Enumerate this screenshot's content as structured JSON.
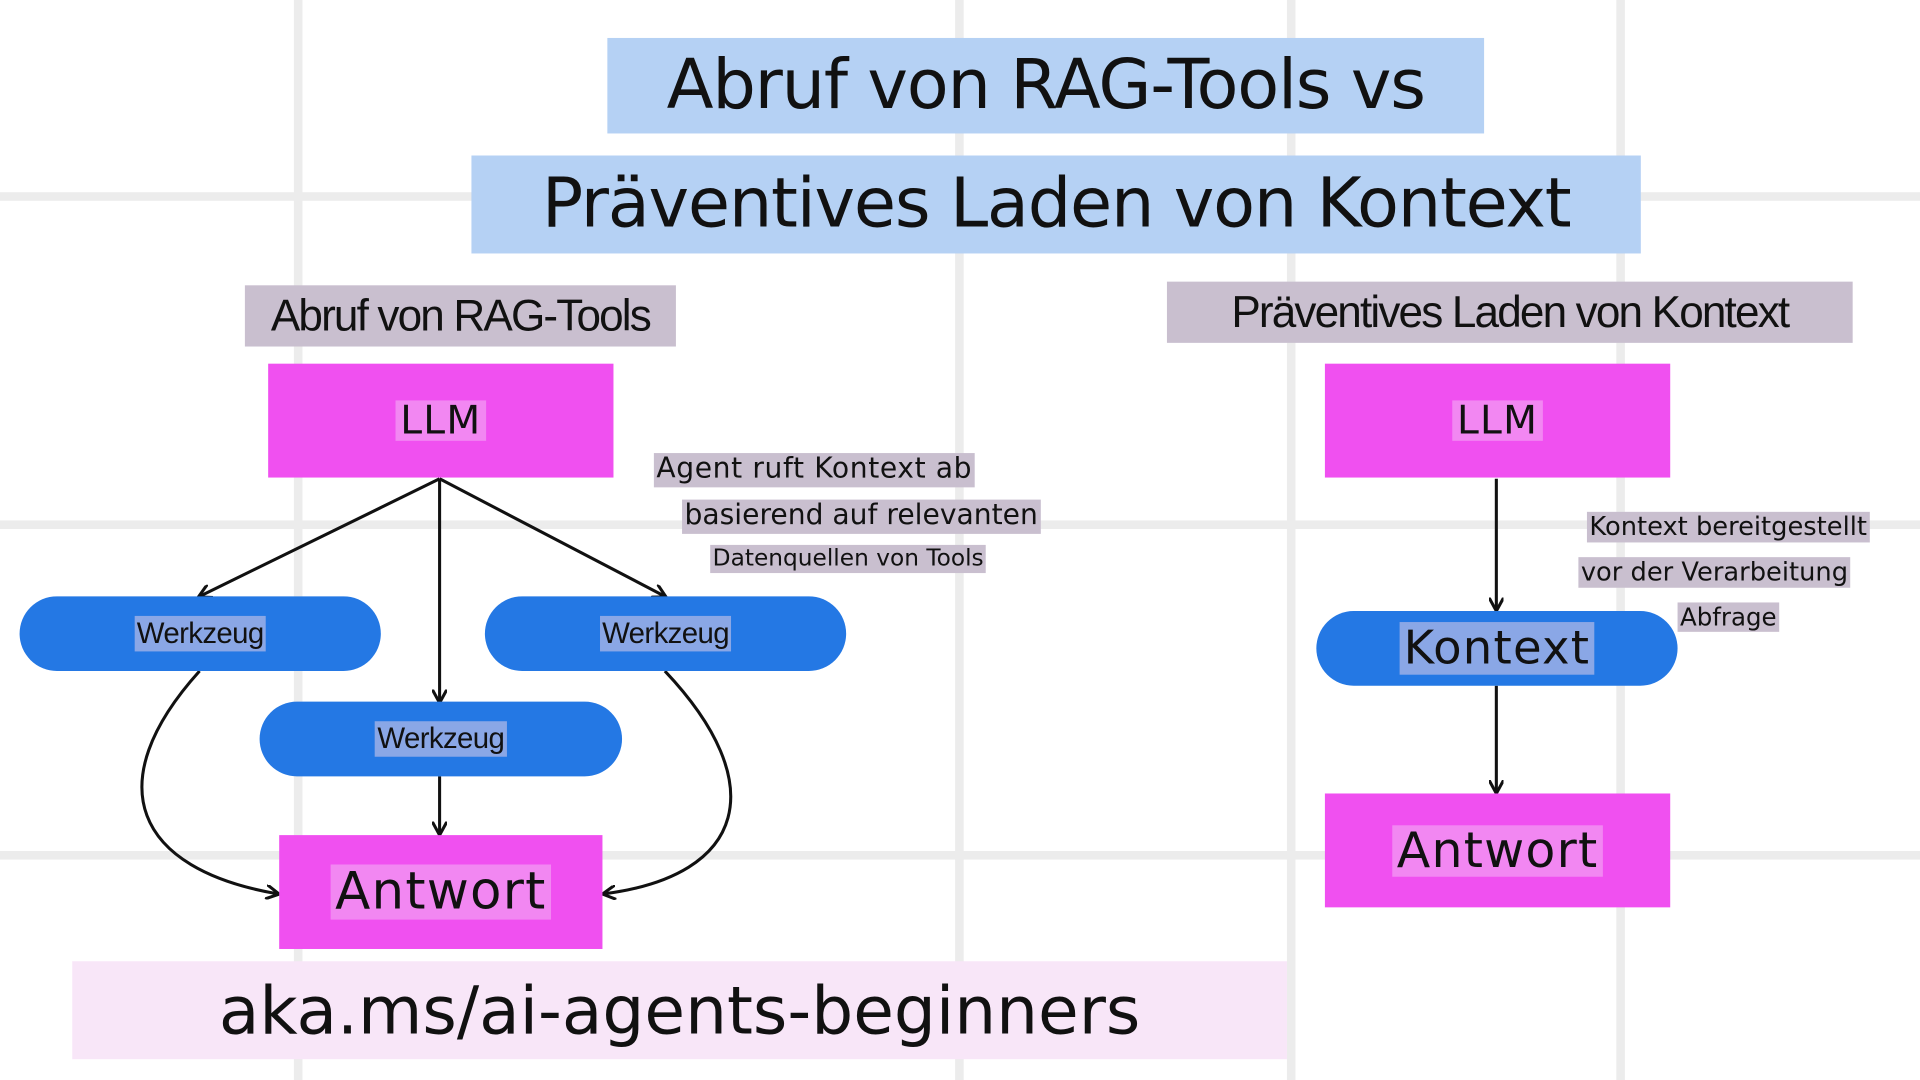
{
  "title": {
    "line1": "Abruf von RAG-Tools vs",
    "line2": "Präventives Laden von Kontext"
  },
  "left": {
    "heading": "Abruf von RAG-Tools",
    "llm": "LLM",
    "tools": [
      "Werkzeug",
      "Werkzeug",
      "Werkzeug"
    ],
    "answer": "Antwort",
    "annotation": [
      "Agent ruft Kontext ab",
      "basierend auf relevanten",
      "Datenquellen von Tools"
    ]
  },
  "right": {
    "heading": "Präventives Laden von Kontext",
    "llm": "LLM",
    "context": "Kontext",
    "answer": "Antwort",
    "annotation": [
      "Kontext bereitgestellt",
      "vor der Verarbeitung",
      "Abfrage"
    ]
  },
  "footer": "aka.ms/ai-agents-beginners",
  "colors": {
    "magenta_box": "#f050f0",
    "blue_pill": "#2478e4",
    "title_highlight": "#b5d1f4",
    "label_highlight": "#c9bfcf",
    "footer_bg": "#f8e6f8"
  }
}
